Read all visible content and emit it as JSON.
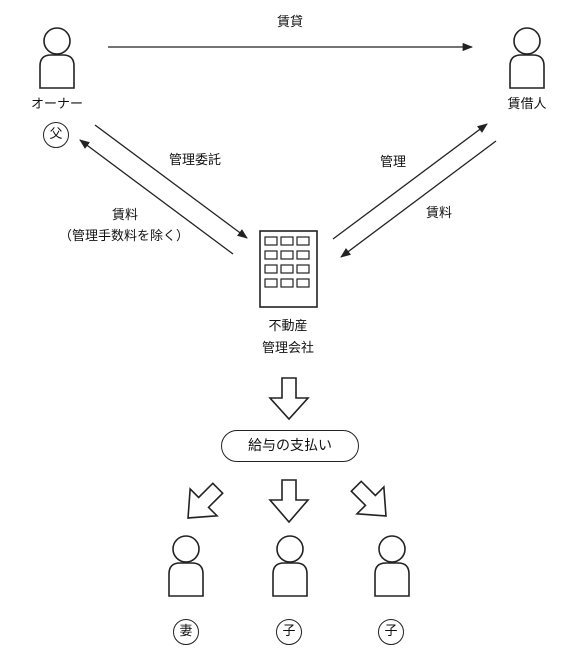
{
  "top_flow_label": "賃貸",
  "owner": {
    "label": "オーナー",
    "badge": "父"
  },
  "tenant": {
    "label": "賃借人"
  },
  "owner_to_company_label": "管理委託",
  "company_to_owner_label_line1": "賃料",
  "company_to_owner_label_line2": "（管理手数料を除く）",
  "company_to_tenant_label": "管理",
  "tenant_to_company_label": "賃料",
  "company": {
    "label_line1": "不動産",
    "label_line2": "管理会社"
  },
  "salary_label": "給与の支払い",
  "family": {
    "wife_badge": "妻",
    "child1_badge": "子",
    "child2_badge": "子"
  }
}
